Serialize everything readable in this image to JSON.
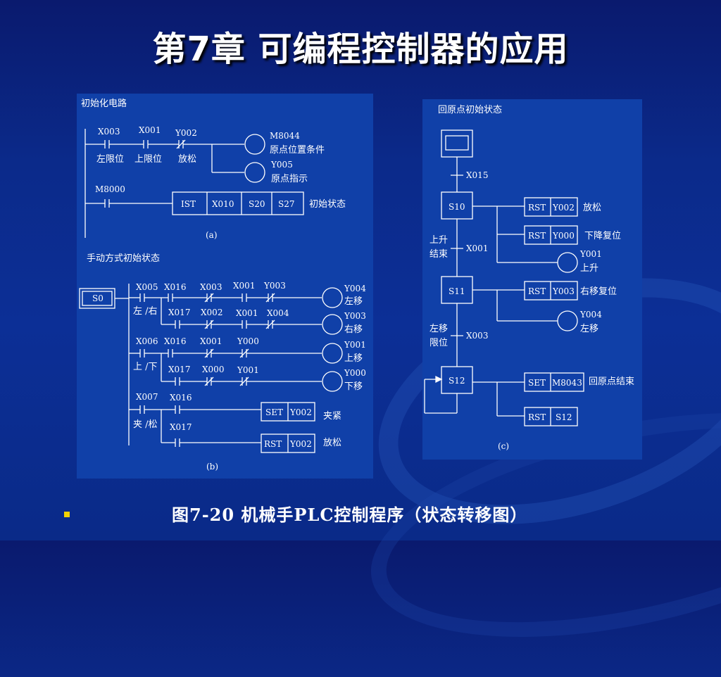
{
  "slide": {
    "title": "第7章  可编程控制器的应用",
    "caption": "图7-20  机械手PLC控制程序（状态转移图）"
  },
  "panel_a": {
    "title": "初始化电路",
    "contacts": {
      "c1": "X003",
      "c2": "X001",
      "c3": "Y002",
      "c1_desc": "左限位",
      "c2_desc": "上限位",
      "c3_desc": "放松"
    },
    "coil1": {
      "name": "M8044",
      "desc": "原点位置条件"
    },
    "coil2": {
      "name": "Y005",
      "desc": "原点指示"
    },
    "m8000": "M8000",
    "ist": [
      "IST",
      "X010",
      "S20",
      "S27"
    ],
    "ist_desc": "初始状态",
    "label": "(a)"
  },
  "panel_b": {
    "title": "手动方式初始状态",
    "state": "S0",
    "sel1": "左 /右",
    "sel2": "上 /下",
    "sel3": "夹 /松",
    "rows": [
      {
        "contacts": [
          "X005",
          "X016",
          "X003",
          "X001",
          "Y003"
        ],
        "coil": "Y004",
        "coil_desc": "左移"
      },
      {
        "contacts": [
          "X017",
          "X002",
          "X001",
          "X004"
        ],
        "coil": "Y003",
        "coil_desc": "右移"
      },
      {
        "contacts": [
          "X006",
          "X016",
          "X001",
          "Y000"
        ],
        "coil": "Y001",
        "coil_desc": "上移"
      },
      {
        "contacts": [
          "X017",
          "X000",
          "Y001"
        ],
        "coil": "Y000",
        "coil_desc": "下移"
      },
      {
        "contacts": [
          "X007",
          "X016"
        ],
        "cmd": [
          "SET",
          "Y002"
        ],
        "desc": "夹紧"
      },
      {
        "contacts": [
          "X017"
        ],
        "cmd": [
          "RST",
          "Y002"
        ],
        "desc": "放松"
      }
    ],
    "label": "(b)"
  },
  "panel_c": {
    "title": "回原点初始状态",
    "transitions": [
      "X015",
      "X001",
      "X003"
    ],
    "trans_desc": [
      "上升\n结束",
      "左移\n限位"
    ],
    "states": [
      "S10",
      "S11",
      "S12"
    ],
    "actions": {
      "s10": [
        [
          "RST",
          "Y002",
          "放松"
        ],
        [
          "RST",
          "Y000",
          "下降复位"
        ]
      ],
      "s10_coil": {
        "name": "Y001",
        "desc": "上升"
      },
      "s11": [
        [
          "RST",
          "Y003",
          "右移复位"
        ]
      ],
      "s11_coil": {
        "name": "Y004",
        "desc": "左移"
      },
      "s12": [
        [
          "SET",
          "M8043",
          "回原点结束"
        ],
        [
          "RST",
          "S12",
          ""
        ]
      ]
    },
    "label": "(c)"
  }
}
